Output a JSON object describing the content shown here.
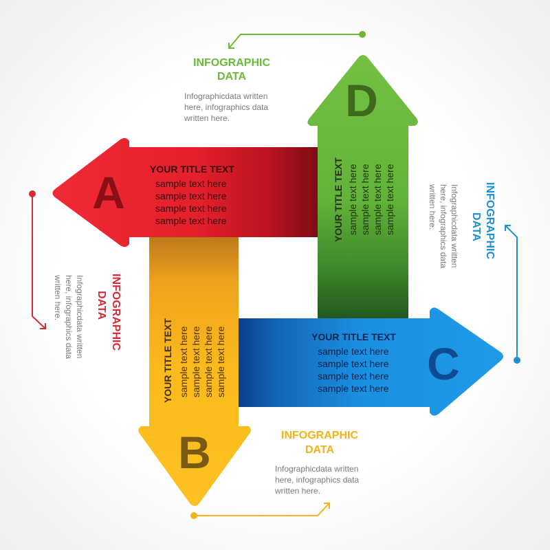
{
  "arrows": {
    "a": {
      "letter": "A",
      "title": "YOUR TITLE TEXT",
      "lines": [
        "sample text here",
        "sample text here",
        "sample text here",
        "sample text here"
      ],
      "color": "#e4232d"
    },
    "b": {
      "letter": "B",
      "title": "YOUR TITLE TEXT",
      "lines": [
        "sample text here",
        "sample text here",
        "sample text here",
        "sample text here"
      ],
      "color": "#f7b21c"
    },
    "c": {
      "letter": "C",
      "title": "YOUR TITLE TEXT",
      "lines": [
        "sample text here",
        "sample text here",
        "sample text here",
        "sample text here"
      ],
      "color": "#1a8fe0"
    },
    "d": {
      "letter": "D",
      "title": "YOUR TITLE TEXT",
      "lines": [
        "sample text here",
        "sample text here",
        "sample text here",
        "sample text here"
      ],
      "color": "#6cbc3c"
    }
  },
  "callouts": {
    "a": {
      "heading_line1": "INFOGRAPHIC",
      "heading_line2": "DATA",
      "desc_lines": [
        "Infographicdata written",
        "here, infographics data",
        "written here."
      ],
      "color": "#d72a38"
    },
    "b": {
      "heading_line1": "INFOGRAPHIC",
      "heading_line2": "DATA",
      "desc_lines": [
        "Infographicdata written",
        "here, infographics data",
        "written here."
      ],
      "color": "#f2b21a"
    },
    "c": {
      "heading_line1": "INFOGRAPHIC",
      "heading_line2": "DATA",
      "desc_lines": [
        "Infographicdata written",
        "here, infographics data",
        "written here."
      ],
      "color": "#1f8fd2"
    },
    "d": {
      "heading_line1": "INFOGRAPHIC",
      "heading_line2": "DATA",
      "desc_lines": [
        "Infographicdata written",
        "here, infographics data",
        "written here."
      ],
      "color": "#6cb93a"
    }
  }
}
